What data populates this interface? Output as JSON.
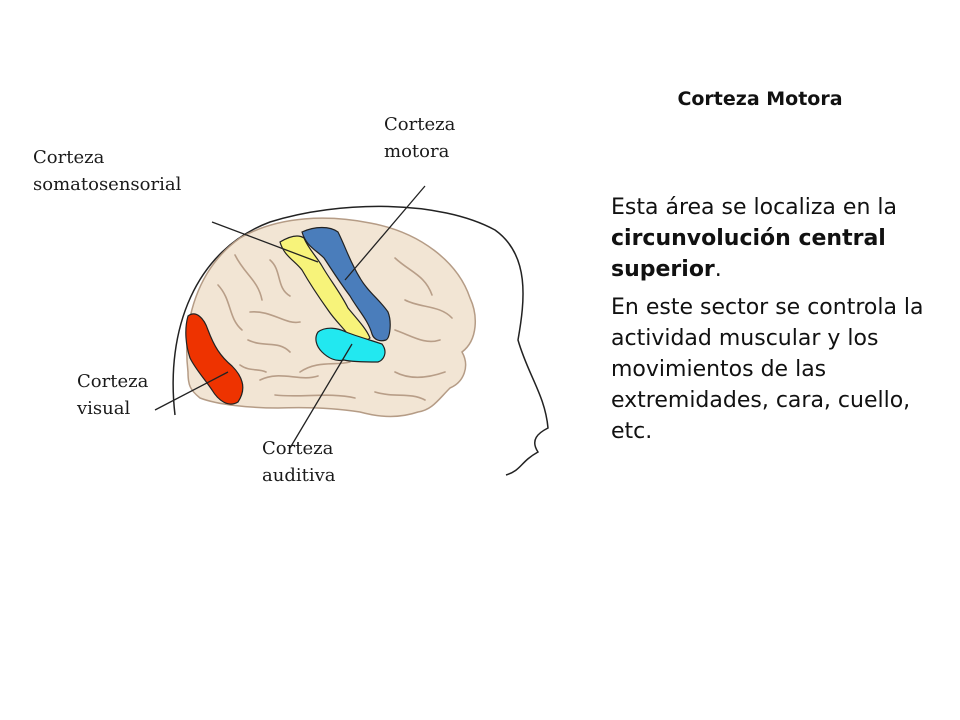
{
  "title": "Corteza Motora",
  "labels": {
    "motora": [
      "Corteza",
      "motora"
    ],
    "somatosensorial": [
      "Corteza",
      "somatosensorial"
    ],
    "visual": [
      "Corteza",
      "visual"
    ],
    "auditiva": [
      "Corteza",
      "auditiva"
    ]
  },
  "paragraph1": {
    "before": "Esta área se localiza en la ",
    "bold": "circunvolución central superior",
    "after": "."
  },
  "paragraph2": "En este sector se controla la actividad muscular y los movimientos de las extremidades, cara, cuello, etc.",
  "colors": {
    "brain": "#f2e5d4",
    "motor": "#4a7dbb",
    "somatosensory": "#f7f37a",
    "visual": "#ee3300",
    "auditory": "#22e8f0"
  }
}
